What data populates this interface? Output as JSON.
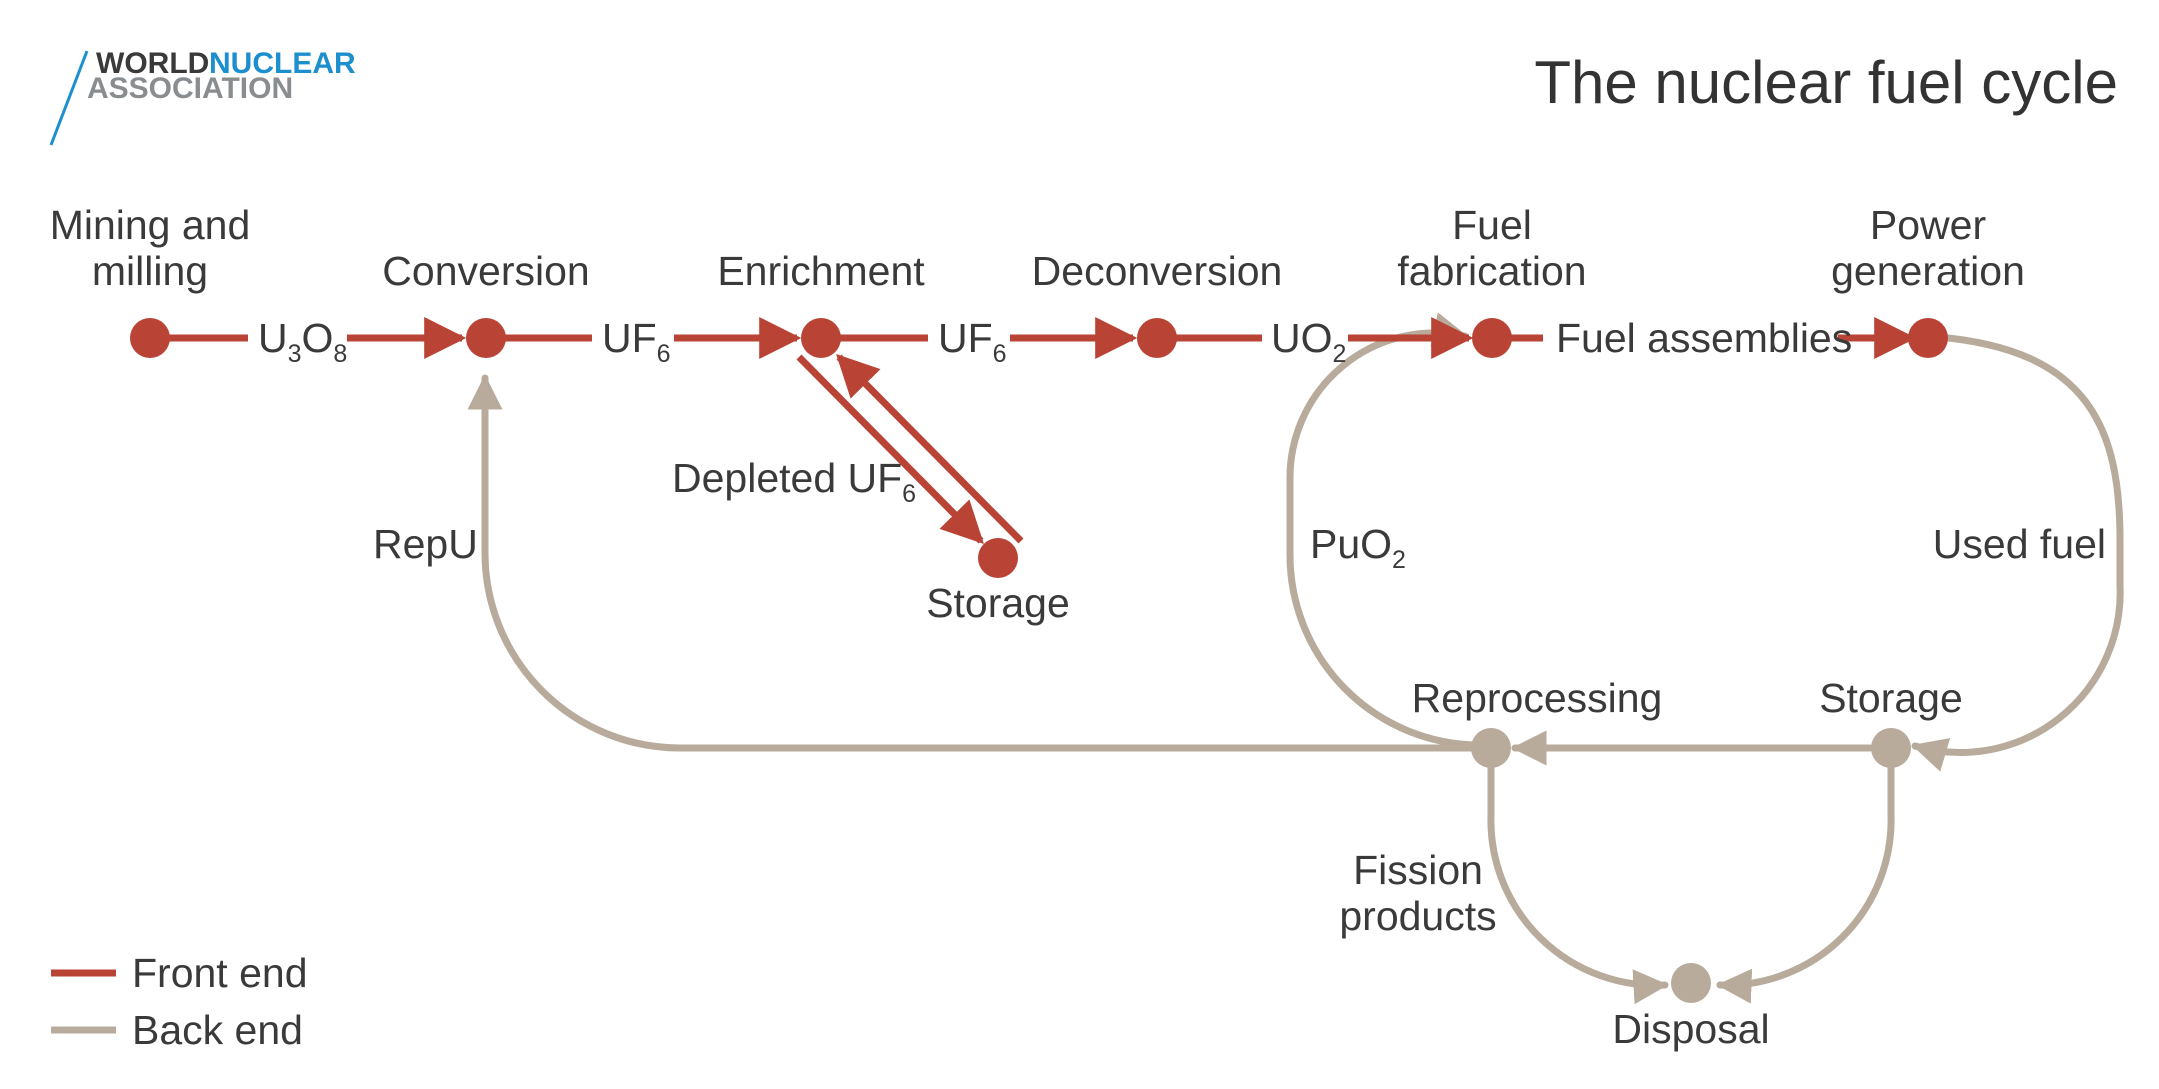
{
  "title": "The nuclear fuel cycle",
  "logo": {
    "line1_a": "WORLD",
    "line1_b": "NUCLEAR",
    "line2": "ASSOCIATION"
  },
  "stages": {
    "mining_1": "Mining and",
    "mining_2": "milling",
    "conversion": "Conversion",
    "enrichment": "Enrichment",
    "deconversion": "Deconversion",
    "fuel_fab_1": "Fuel",
    "fuel_fab_2": "fabrication",
    "power_1": "Power",
    "power_2": "generation",
    "storage_depleted": "Storage",
    "reprocessing": "Reprocessing",
    "storage_back": "Storage",
    "disposal": "Disposal"
  },
  "flows": {
    "u3o8": {
      "a": "U",
      "sub1": "3",
      "b": "O",
      "sub2": "8"
    },
    "uf6_1": {
      "a": "UF",
      "sub": "6"
    },
    "uf6_2": {
      "a": "UF",
      "sub": "6"
    },
    "uo2": {
      "a": "UO",
      "sub": "2"
    },
    "fuel_assemblies": "Fuel assemblies",
    "depleted": {
      "a": "Depleted UF",
      "sub": "6"
    },
    "repu": "RepU",
    "puo2": {
      "a": "PuO",
      "sub": "2"
    },
    "used_fuel": "Used fuel",
    "fission_1": "Fission",
    "fission_2": "products"
  },
  "legend": {
    "front": "Front end",
    "back": "Back end"
  },
  "colors": {
    "front": "#b94435",
    "back": "#b8ab9c",
    "brand_blue": "#1e8fce",
    "brand_grey": "#8a8d90"
  }
}
